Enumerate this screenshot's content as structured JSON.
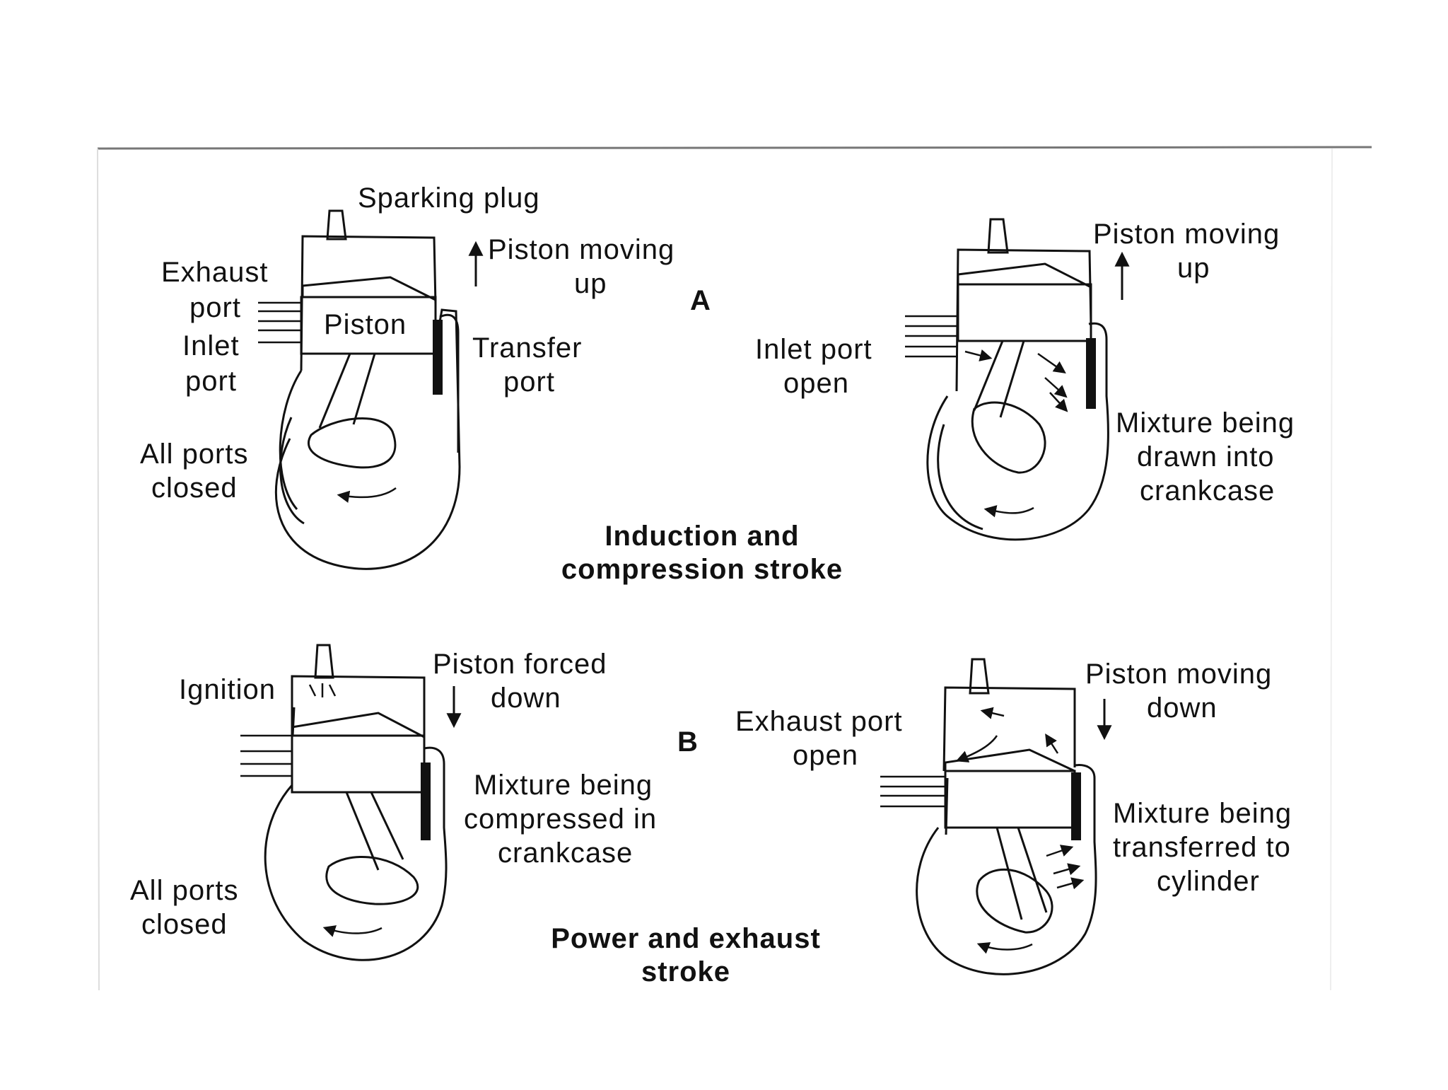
{
  "panel_a": {
    "letter": "A",
    "title_line1": "Induction and",
    "title_line2": "compression stroke",
    "left": {
      "sparking_plug": "Sparking plug",
      "exhaust_line1": "Exhaust",
      "exhaust_line2": "port",
      "inlet_line1": "Inlet",
      "inlet_line2": "port",
      "piston": "Piston",
      "moving_line1": "Piston moving",
      "moving_line2": "up",
      "transfer_line1": "Transfer",
      "transfer_line2": "port",
      "closed_line1": "All ports",
      "closed_line2": "closed"
    },
    "right": {
      "moving_line1": "Piston moving",
      "moving_line2": "up",
      "inlet_line1": "Inlet port",
      "inlet_line2": "open",
      "mixture_line1": "Mixture being",
      "mixture_line2": "drawn into",
      "mixture_line3": "crankcase"
    }
  },
  "panel_b": {
    "letter": "B",
    "title_line1": "Power and exhaust",
    "title_line2": "stroke",
    "left": {
      "ignition": "Ignition",
      "forced_line1": "Piston forced",
      "forced_line2": "down",
      "mixture_line1": "Mixture being",
      "mixture_line2": "compressed in",
      "mixture_line3": "crankcase",
      "closed_line1": "All ports",
      "closed_line2": "closed"
    },
    "right": {
      "moving_line1": "Piston moving",
      "moving_line2": "down",
      "exhaust_line1": "Exhaust port",
      "exhaust_line2": "open",
      "mixture_line1": "Mixture being",
      "mixture_line2": "transferred to",
      "mixture_line3": "cylinder"
    }
  }
}
